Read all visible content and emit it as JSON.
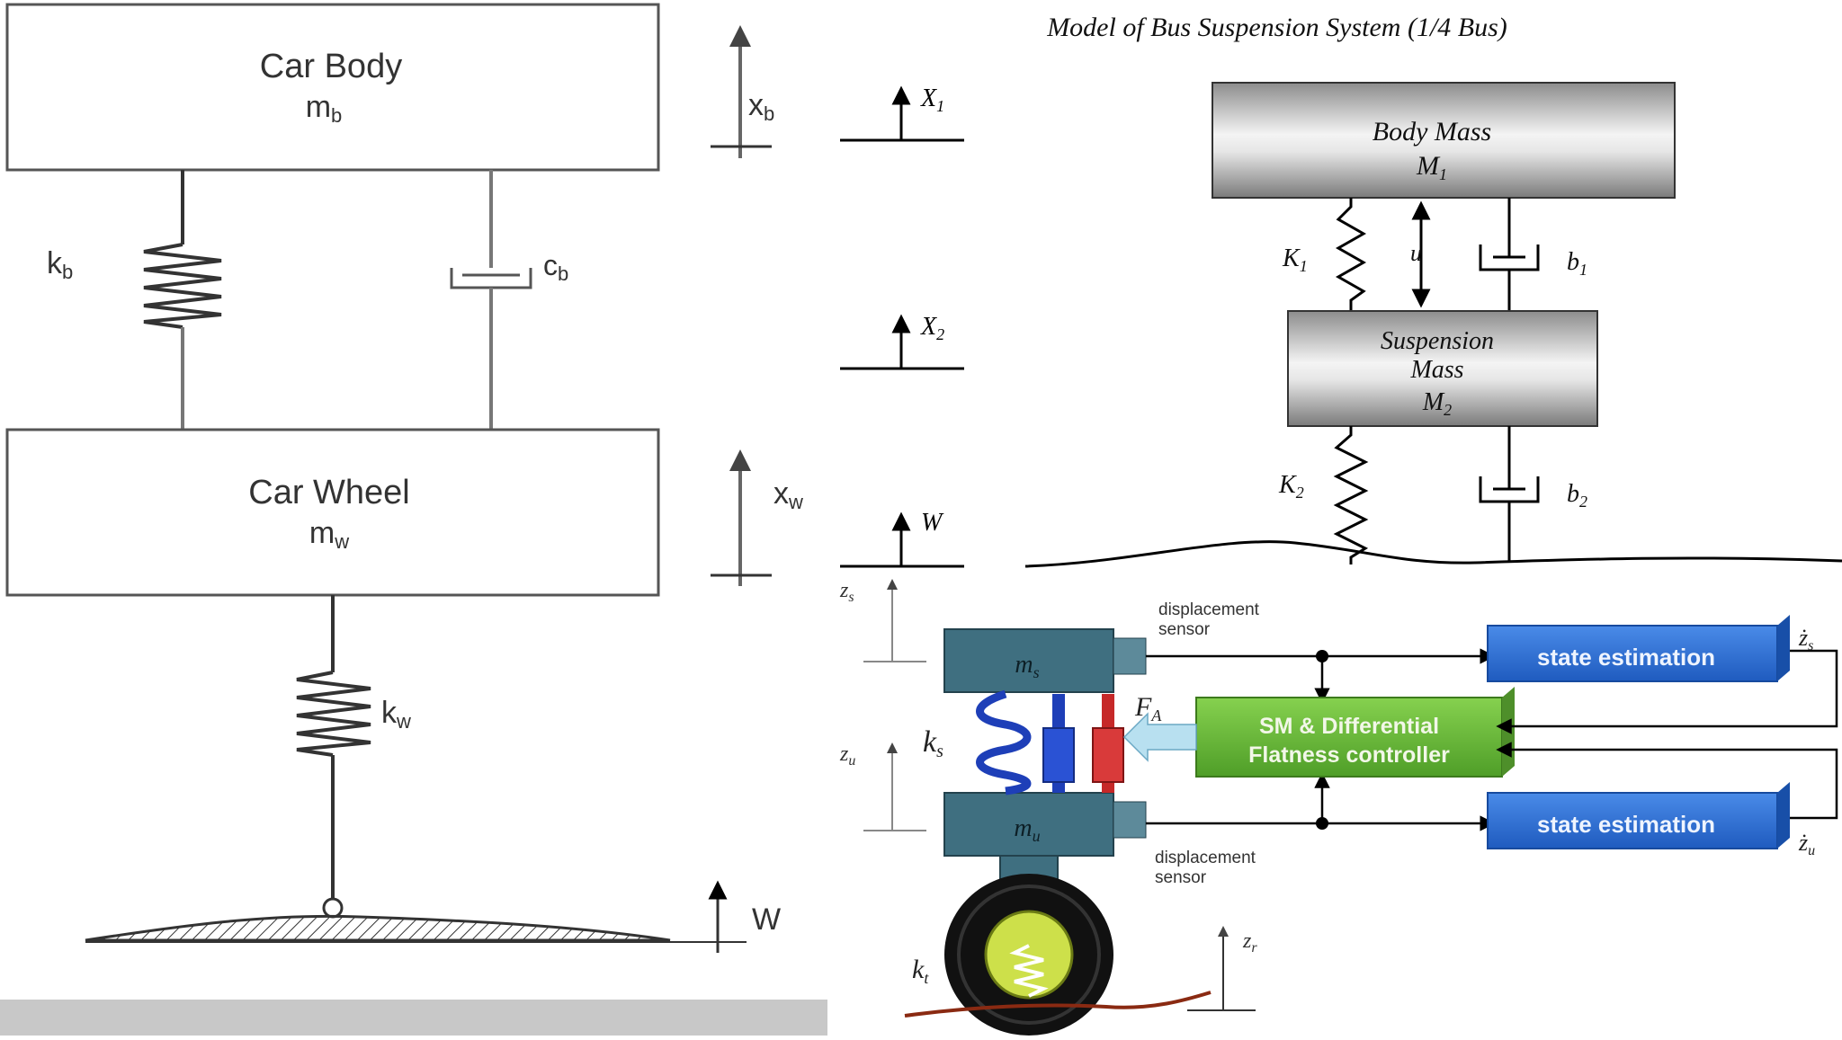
{
  "left": {
    "body_title": "Car Body",
    "body_mass": "m",
    "body_mass_sub": "b",
    "wheel_title": "Car Wheel",
    "wheel_mass": "m",
    "wheel_mass_sub": "w",
    "kb": "k",
    "kb_sub": "b",
    "cb": "c",
    "cb_sub": "b",
    "kw": "k",
    "kw_sub": "w",
    "xb": "x",
    "xb_sub": "b",
    "xw": "x",
    "xw_sub": "w",
    "road_w": "W"
  },
  "middle": {
    "x1": "X",
    "x1_sub": "1",
    "x2": "X",
    "x2_sub": "2",
    "w": "W"
  },
  "bus": {
    "title": "Model of Bus Suspension System (1/4 Bus)",
    "body_mass_l1": "Body Mass",
    "body_mass_l2": "M",
    "body_mass_sub": "1",
    "susp_l1": "Suspension",
    "susp_l2": "Mass",
    "susp_l3": "M",
    "susp_sub": "2",
    "k1": "K",
    "k1_sub": "1",
    "k2": "K",
    "k2_sub": "2",
    "b1": "b",
    "b1_sub": "1",
    "b2": "b",
    "b2_sub": "2",
    "u": "u"
  },
  "control": {
    "zs": "z",
    "zs_sub": "s",
    "zu": "z",
    "zu_sub": "u",
    "zr": "z",
    "zr_sub": "r",
    "ms": "m",
    "ms_sub": "s",
    "mu": "m",
    "mu_sub": "u",
    "ks": "k",
    "ks_sub": "s",
    "kt": "k",
    "kt_sub": "t",
    "fa": "F",
    "fa_sub": "A",
    "sensor_top_l1": "displacement",
    "sensor_top_l2": "sensor",
    "sensor_bot_l1": "displacement",
    "sensor_bot_l2": "sensor",
    "controller_l1": "SM & Differential",
    "controller_l2": "Flatness controller",
    "state_est_top": "state estimation",
    "state_est_bot": "state estimation",
    "zs_dot": "ż",
    "zs_dot_sub": "s",
    "zu_dot": "ż",
    "zu_dot_sub": "u"
  },
  "colors": {
    "block_teal": "#3f6f80",
    "state_blue": "#2f6fd0",
    "controller_green": "#6cbf3a",
    "spring_blue": "#1e3fb8",
    "damper_red": "#c62828"
  }
}
